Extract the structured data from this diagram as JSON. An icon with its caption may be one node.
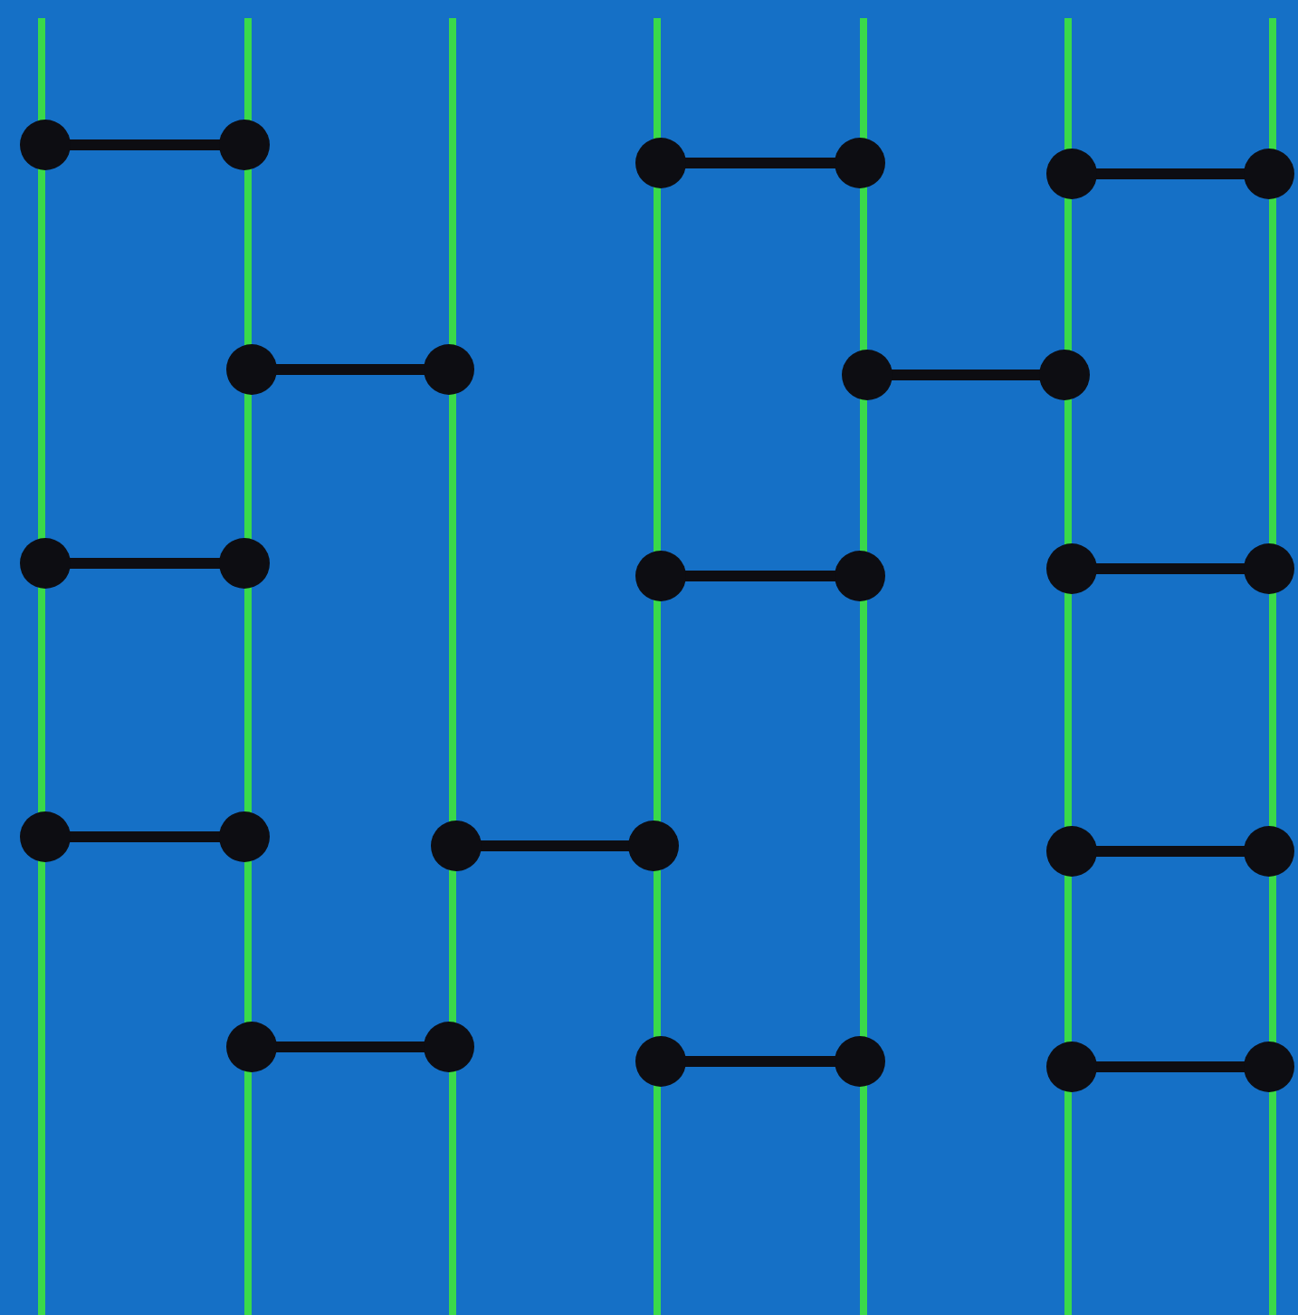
{
  "diagram": {
    "nodes": [
      {
        "text": [],
        "shape": "bar"
      },
      {
        "text": [],
        "shape": "bar"
      },
      {
        "text": [],
        "shape": "bar"
      },
      {
        "text": [],
        "shape": "bar"
      },
      {
        "text": [],
        "shape": "bar"
      },
      {
        "text": [],
        "shape": "bar"
      },
      {
        "text": [],
        "shape": "bar"
      }
    ],
    "edges": [
      {
        "from": 0,
        "to": 1,
        "arrow": "other"
      },
      {
        "from": 3,
        "to": 4,
        "arrow": "other"
      },
      {
        "from": 5,
        "to": 6,
        "arrow": "other"
      },
      {
        "from": 1,
        "to": 2,
        "arrow": "other"
      },
      {
        "from": 4,
        "to": 5,
        "arrow": "other"
      },
      {
        "from": 0,
        "to": 1,
        "arrow": "other"
      },
      {
        "from": 3,
        "to": 4,
        "arrow": "other"
      },
      {
        "from": 5,
        "to": 6,
        "arrow": "other"
      },
      {
        "from": 0,
        "to": 1,
        "arrow": "other"
      },
      {
        "from": 2,
        "to": 3,
        "arrow": "other"
      },
      {
        "from": 5,
        "to": 6,
        "arrow": "other"
      },
      {
        "from": 1,
        "to": 2,
        "arrow": "other"
      },
      {
        "from": 3,
        "to": 4,
        "arrow": "other"
      },
      {
        "from": 5,
        "to": 6,
        "arrow": "other"
      }
    ]
  }
}
